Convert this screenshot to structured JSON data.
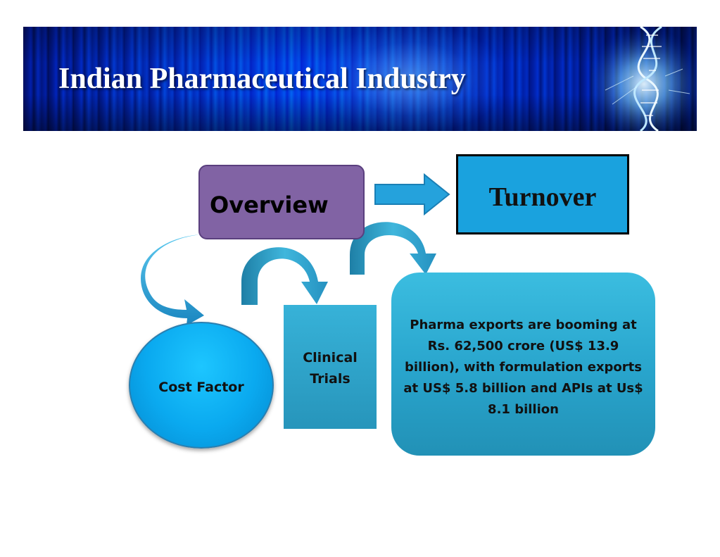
{
  "slide": {
    "title": "Indian Pharmaceutical Industry"
  },
  "diagram": {
    "overview": "Overview",
    "turnover": "Turnover",
    "cost_factor": "Cost Factor",
    "clinical_trials": "Clinical\nTrials",
    "exports": "Pharma exports are booming at Rs. 62,500 crore  (US$ 13.9 billion), with formulation exports at US$ 5.8 billion and APIs at Us$ 8.1 billion"
  },
  "colors": {
    "overview_fill": "#8163a4",
    "turnover_fill": "#1aa2de",
    "arrow_fill": "#2aa3d6"
  }
}
